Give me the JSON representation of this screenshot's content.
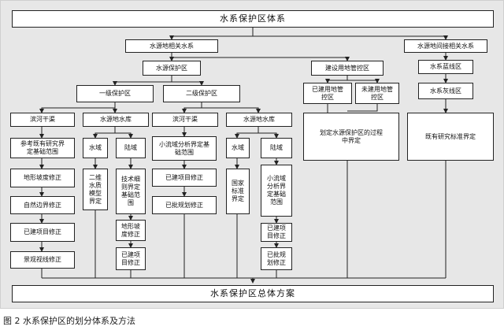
{
  "diagram": {
    "title": "水系保护区体系",
    "source_direct": "水源地相关水系",
    "source_indirect": "水源地间接相关水系",
    "protection_zone": "水源保护区",
    "level1": "一级保护区",
    "level2": "二级保护区",
    "construction_control": "建设用地管控区",
    "built_land": "已建用地管控区",
    "unbuilt_land": "未建用地管控区",
    "control_explain": "划定水源保护区的过程中界定",
    "blue_line": "水系蓝线区",
    "gray_line": "水系灰线区",
    "gray_explain": "既有研究标准界定",
    "l1_river": "滨河干渠",
    "l1_reservoir": "水源地水库",
    "l2_river": "滨河干渠",
    "l2_reservoir": "水源地水库",
    "ref_existing": "参考既有研究界定基础范围",
    "slope_fix": "地形坡度修正",
    "natural_fix": "自然边界修正",
    "built_fix_1": "已建项目修正",
    "landscape_fix": "景观视线修正",
    "water_area_1": "水域",
    "land_area_1": "陆域",
    "model_2d": "二维水质模型界定",
    "tech_detail": "技术细则界定基础范围",
    "slope_fix_2": "地形坡度修正",
    "built_fix_2": "已建项目修正",
    "small_basin": "小流域分析界定基础范围",
    "built_fix_3": "已建项目修正",
    "approved_fix_1": "已批规划修正",
    "water_area_2": "水域",
    "land_area_2": "陆域",
    "national_std": "国家标准界定",
    "small_basin_2": "小流域分析界定基础范围",
    "built_fix_4": "已建项目修正",
    "approved_fix_2": "已批规划修正",
    "plan": "水系保护区总体方案"
  },
  "caption": "图 2  水系保护区的划分体系及方法"
}
